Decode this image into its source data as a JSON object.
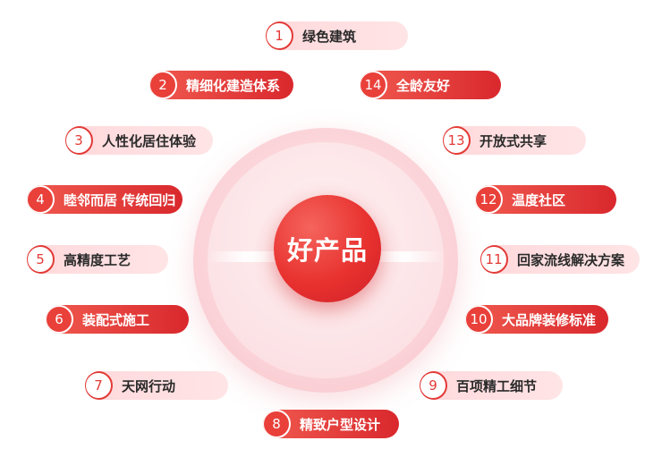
{
  "center": {
    "label": "好产品"
  },
  "colors": {
    "accent": "#e23a36",
    "pill_light": "#ffdfe2",
    "pill_dark": "#e13a37"
  },
  "items": [
    {
      "num": "1",
      "label": "绿色建筑"
    },
    {
      "num": "2",
      "label": "精细化建造体系"
    },
    {
      "num": "3",
      "label": "人性化居住体验"
    },
    {
      "num": "4",
      "label": "睦邻而居 传统回归"
    },
    {
      "num": "5",
      "label": "高精度工艺"
    },
    {
      "num": "6",
      "label": "装配式施工"
    },
    {
      "num": "7",
      "label": "天网行动"
    },
    {
      "num": "8",
      "label": "精致户型设计"
    },
    {
      "num": "9",
      "label": "百项精工细节"
    },
    {
      "num": "10",
      "label": "大品牌装修标准"
    },
    {
      "num": "11",
      "label": "回家流线解决方案"
    },
    {
      "num": "12",
      "label": "温度社区"
    },
    {
      "num": "13",
      "label": "开放式共享"
    },
    {
      "num": "14",
      "label": "全龄友好"
    }
  ]
}
